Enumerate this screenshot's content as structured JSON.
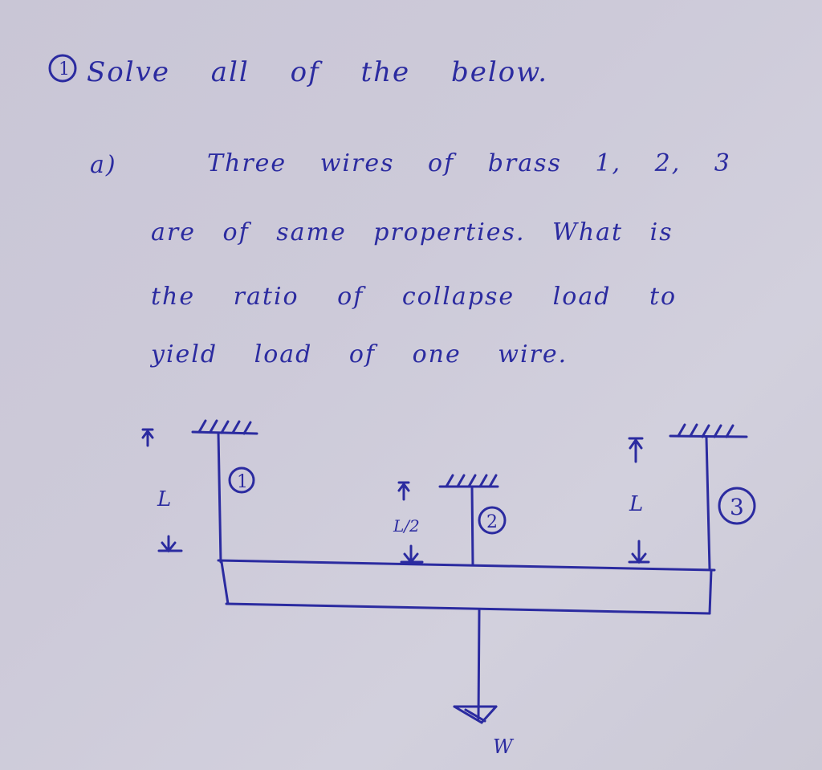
{
  "problem": {
    "number": "1",
    "heading": "Solve all of the below.",
    "part": "a)",
    "lines": [
      "Three wires of brass 1, 2, 3",
      "are of same properties. What is",
      "the ratio of collapse load to",
      "yield load of one wire."
    ]
  },
  "diagram": {
    "wire1_id": "1",
    "wire2_id": "2",
    "wire3_id": "3",
    "wire1_length": "L",
    "wire2_length": "L/2",
    "wire3_length": "L",
    "load_label": "W",
    "ink_color": "#2b2ba0"
  }
}
